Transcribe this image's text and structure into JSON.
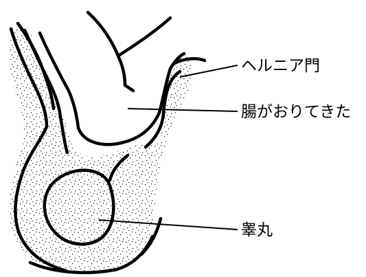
{
  "labels": {
    "hernia_gate": "ヘルニア門",
    "intestine": "腸がおりてきた",
    "testis": "睾丸"
  },
  "colors": {
    "ink": "#000000",
    "background": "#ffffff",
    "stipple": "#000000"
  }
}
